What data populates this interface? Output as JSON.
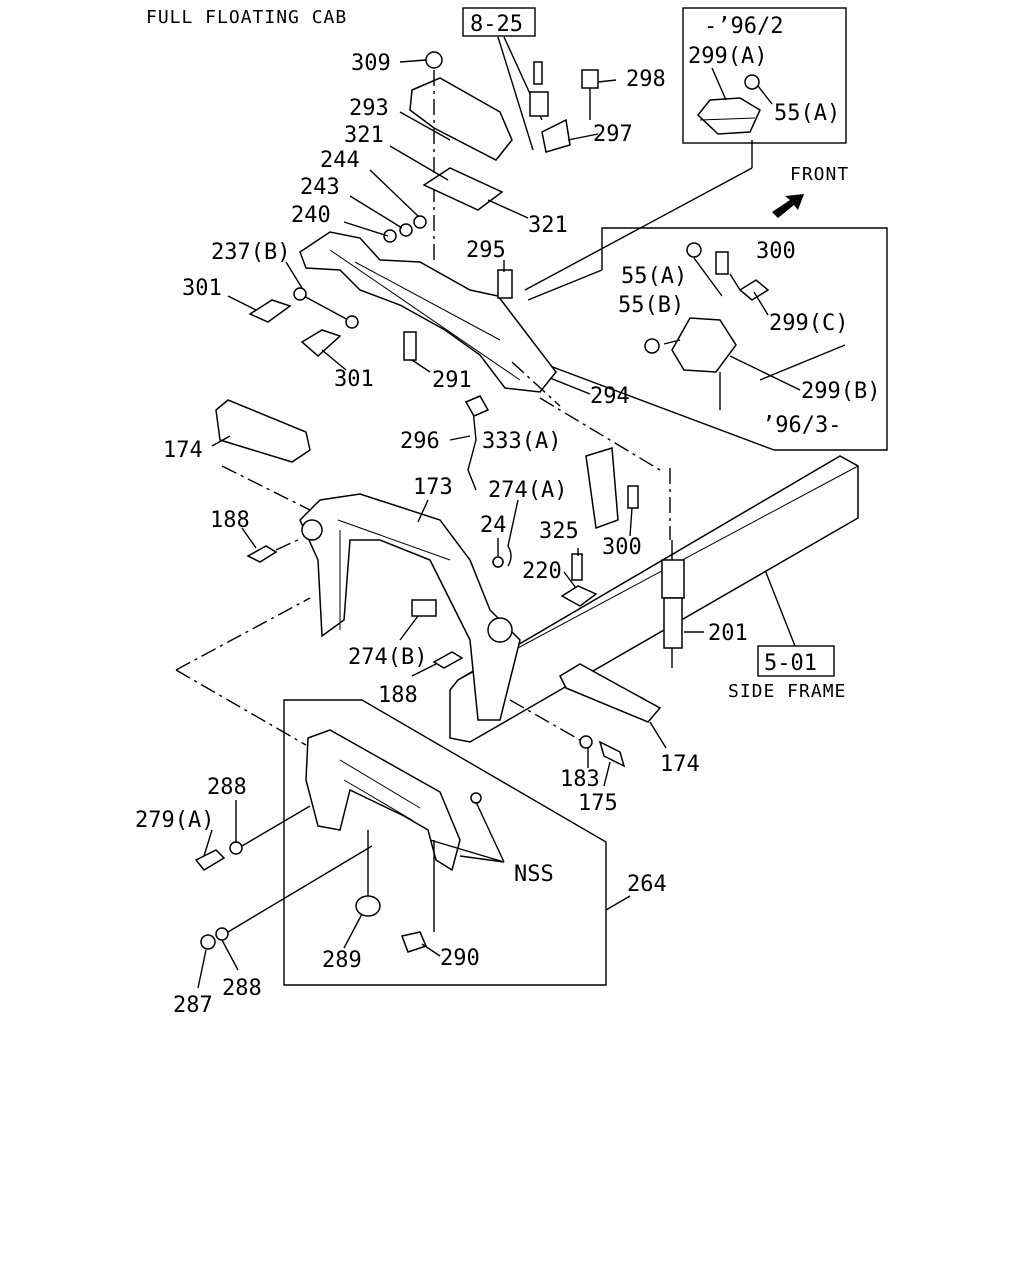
{
  "header": {
    "title": "FULL FLOATING CAB"
  },
  "refs": {
    "ref_8_25": "8-25",
    "ref_5_01": "5-01",
    "side_frame": "SIDE FRAME",
    "front": "FRONT"
  },
  "inset_top": {
    "range": "-’96/2",
    "p299a": "299(A)",
    "p55a": "55(A)"
  },
  "inset_mid": {
    "range": "’96/3-",
    "p55a": "55(A)",
    "p300": "300",
    "p55b": "55(B)",
    "p299c": "299(C)",
    "p299b": "299(B)"
  },
  "labels": {
    "p309": "309",
    "p298": "298",
    "p293": "293",
    "p297": "297",
    "p321a": "321",
    "p321b": "321",
    "p244": "244",
    "p243": "243",
    "p240": "240",
    "p237b": "237(B)",
    "p301a": "301",
    "p301b": "301",
    "p295": "295",
    "p291": "291",
    "p294": "294",
    "p174a": "174",
    "p296": "296",
    "p333a": "333(A)",
    "p173": "173",
    "p274a": "274(A)",
    "p188a": "188",
    "p24": "24",
    "p325": "325",
    "p300": "300",
    "p220": "220",
    "p201": "201",
    "p274b": "274(B)",
    "p188b": "188",
    "p183": "183",
    "p175": "175",
    "p174b": "174",
    "p288a": "288",
    "p279a": "279(A)",
    "p264": "264",
    "pnss": "NSS",
    "p289": "289",
    "p290": "290",
    "p287": "287",
    "p288b": "288"
  },
  "icons": [
    "front-arrow-icon"
  ]
}
